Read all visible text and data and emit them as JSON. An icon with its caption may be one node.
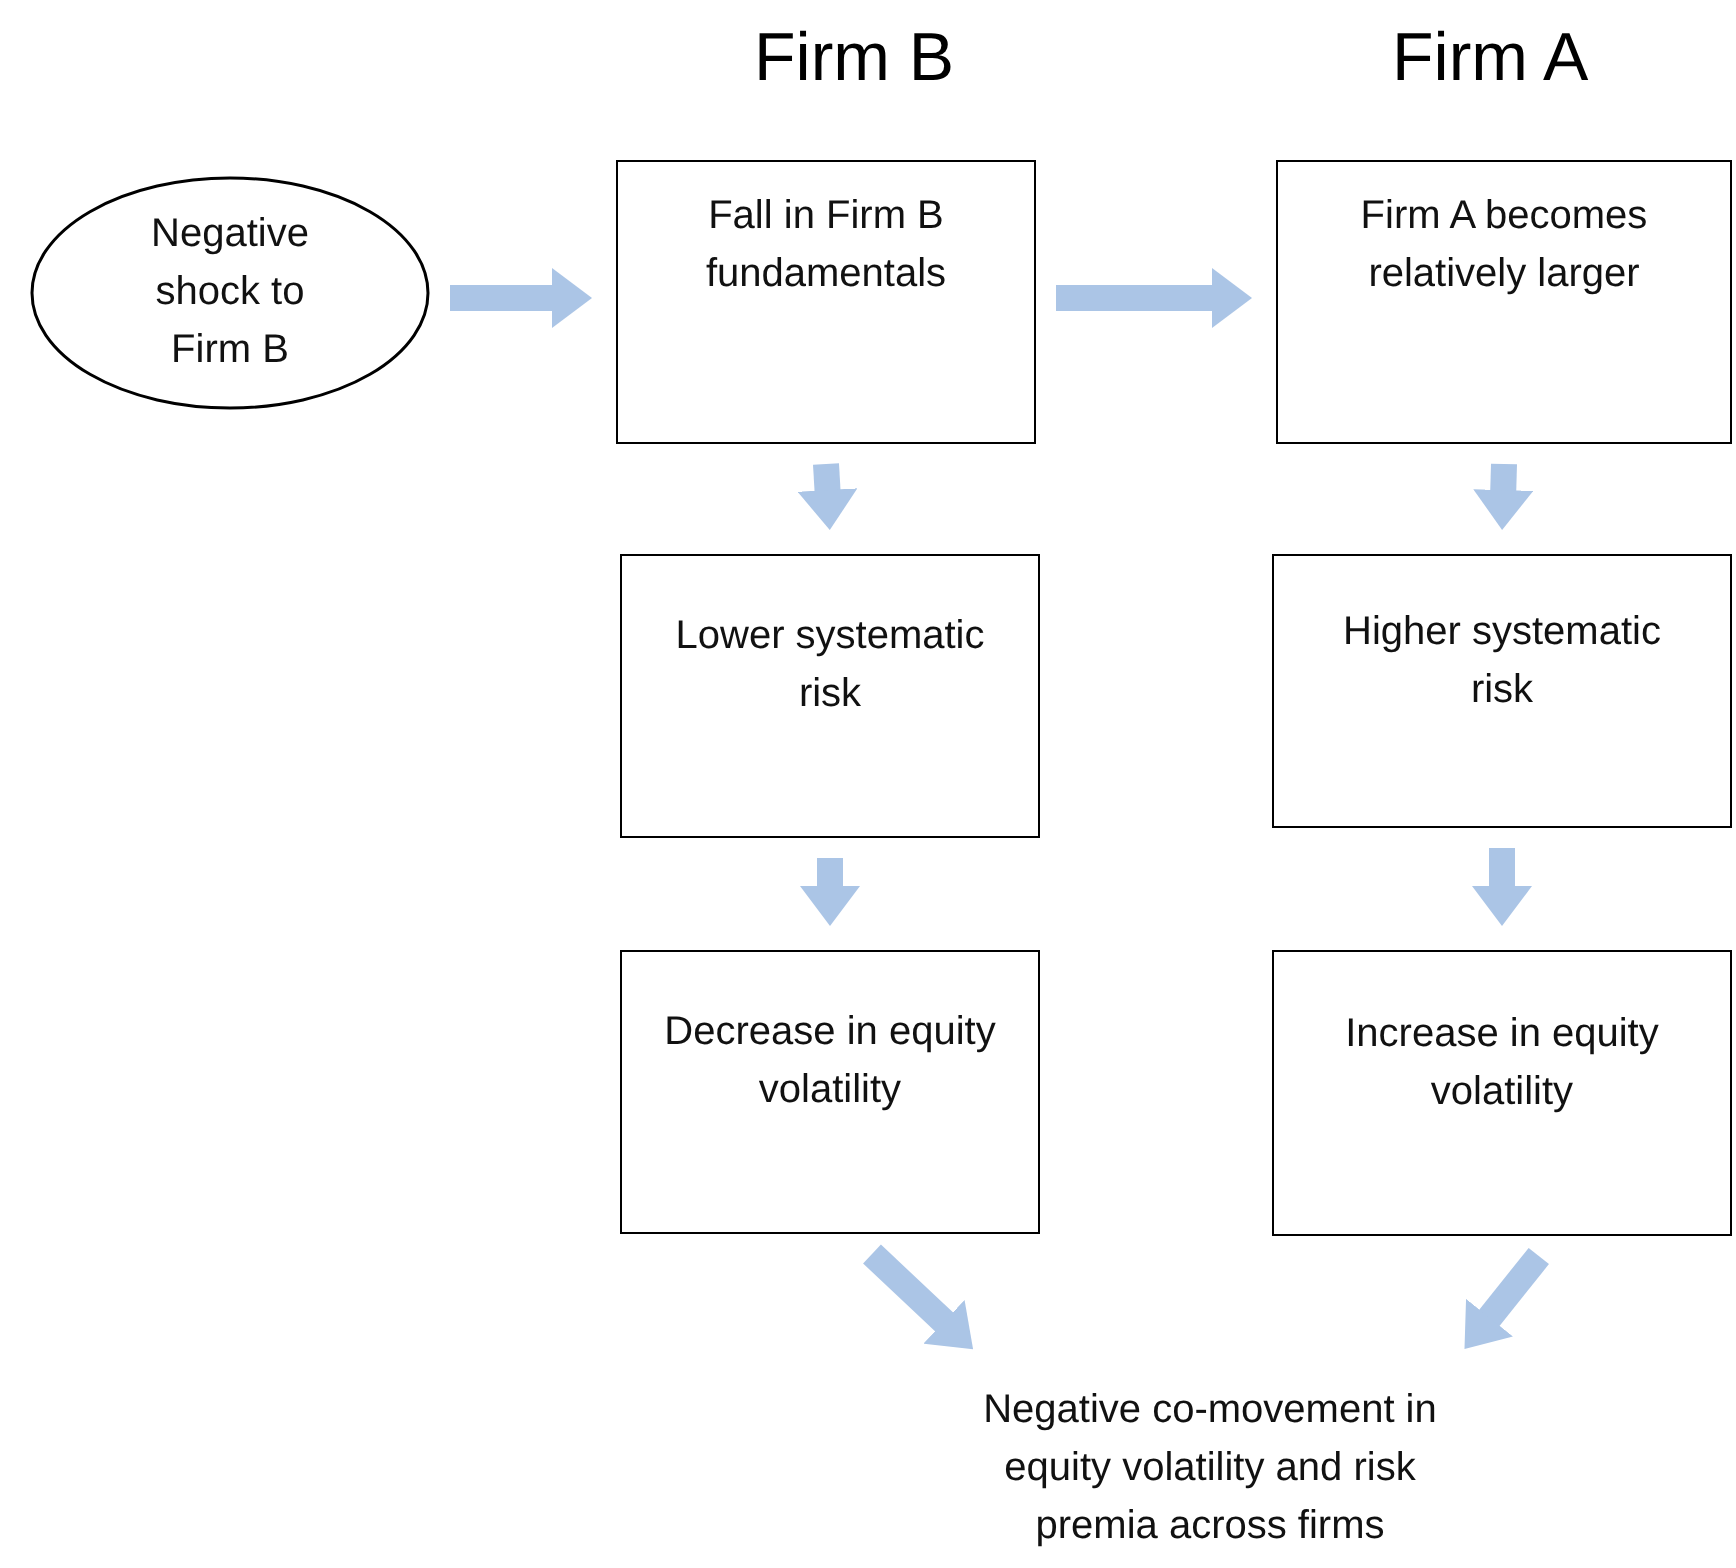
{
  "diagram": {
    "nodes": [
      {
        "text": [
          "Negative shock to Firm B"
        ]
      },
      {
        "text": [
          "Fall in Firm B fundamentals"
        ]
      },
      {
        "text": [
          "Firm A becomes relatively larger"
        ]
      },
      {
        "text": [
          "Lower systematic risk"
        ]
      },
      {
        "text": [
          "Higher systematic risk"
        ]
      },
      {
        "text": [
          "Decrease in equity volatility"
        ]
      },
      {
        "text": [
          "Increase in equity volatility"
        ]
      },
      {
        "text": [
          "Negative co-movement in equity volatility and risk premia across firms"
        ]
      }
    ],
    "edges": [
      {
        "from": 0,
        "to": 1,
        "arrow": "to"
      },
      {
        "from": 1,
        "to": 2,
        "arrow": "to"
      },
      {
        "from": 1,
        "to": 3,
        "arrow": "to"
      },
      {
        "from": 2,
        "to": 4,
        "arrow": "to"
      },
      {
        "from": 3,
        "to": 5,
        "arrow": "to"
      },
      {
        "from": 4,
        "to": 6,
        "arrow": "to"
      },
      {
        "from": 5,
        "to": 7,
        "arrow": "to"
      },
      {
        "from": 6,
        "to": 7,
        "arrow": "to"
      }
    ],
    "labels": [
      "Firm B",
      "Firm A"
    ]
  }
}
